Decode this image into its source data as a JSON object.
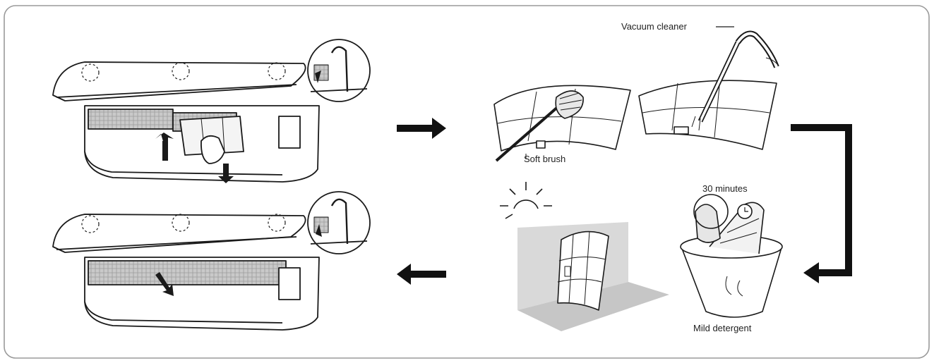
{
  "labels": {
    "vacuum_cleaner": "Vacuum cleaner",
    "soft_brush": "Soft brush",
    "thirty_minutes": "30 minutes",
    "mild_detergent": "Mild detergent"
  },
  "icons": {
    "flow": "arrow-icon",
    "sun": "sun-icon"
  },
  "colors": {
    "line": "#1a1a1a",
    "filter_mesh": "#bdbdbd",
    "shade": "#d6d6d6",
    "frame": "#9a9a9a"
  }
}
